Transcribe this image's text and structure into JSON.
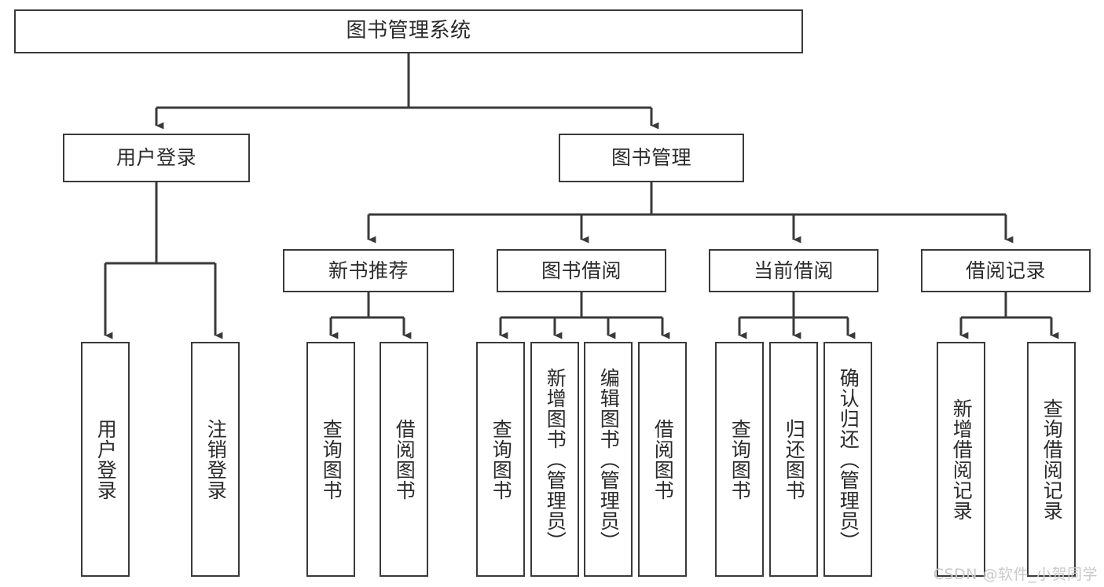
{
  "diagram": {
    "type": "tree-hierarchy",
    "title": "图书管理系统",
    "orientation": "top-down",
    "colors": {
      "box_border": "#3a3a3a",
      "box_fill": "#ffffff",
      "edge": "#3a3a3a",
      "text": "#2b2b2b",
      "watermark": "#c9c9c9",
      "background": "#ffffff"
    },
    "nodes": {
      "root": {
        "label": "图书管理系统"
      },
      "level2": [
        {
          "label": "用户登录"
        },
        {
          "label": "图书管理"
        }
      ],
      "level3": [
        {
          "label": "新书推荐"
        },
        {
          "label": "图书借阅"
        },
        {
          "label": "当前借阅"
        },
        {
          "label": "借阅记录"
        }
      ],
      "leaves": {
        "user_login": [
          {
            "label": "用户登录"
          },
          {
            "label": "注销登录"
          }
        ],
        "new_book_recommend": [
          {
            "label": "查询图书"
          },
          {
            "label": "借阅图书"
          }
        ],
        "book_borrow": [
          {
            "label": "查询图书"
          },
          {
            "label": "新增图书（管理员）"
          },
          {
            "label": "编辑图书（管理员）"
          },
          {
            "label": "借阅图书"
          }
        ],
        "current_borrow": [
          {
            "label": "查询图书"
          },
          {
            "label": "归还图书"
          },
          {
            "label": "确认归还（管理员）"
          }
        ],
        "borrow_record": [
          {
            "label": "新增借阅记录"
          },
          {
            "label": "查询借阅记录"
          }
        ]
      }
    },
    "watermark": "CSDN @软件_小贺同学"
  }
}
